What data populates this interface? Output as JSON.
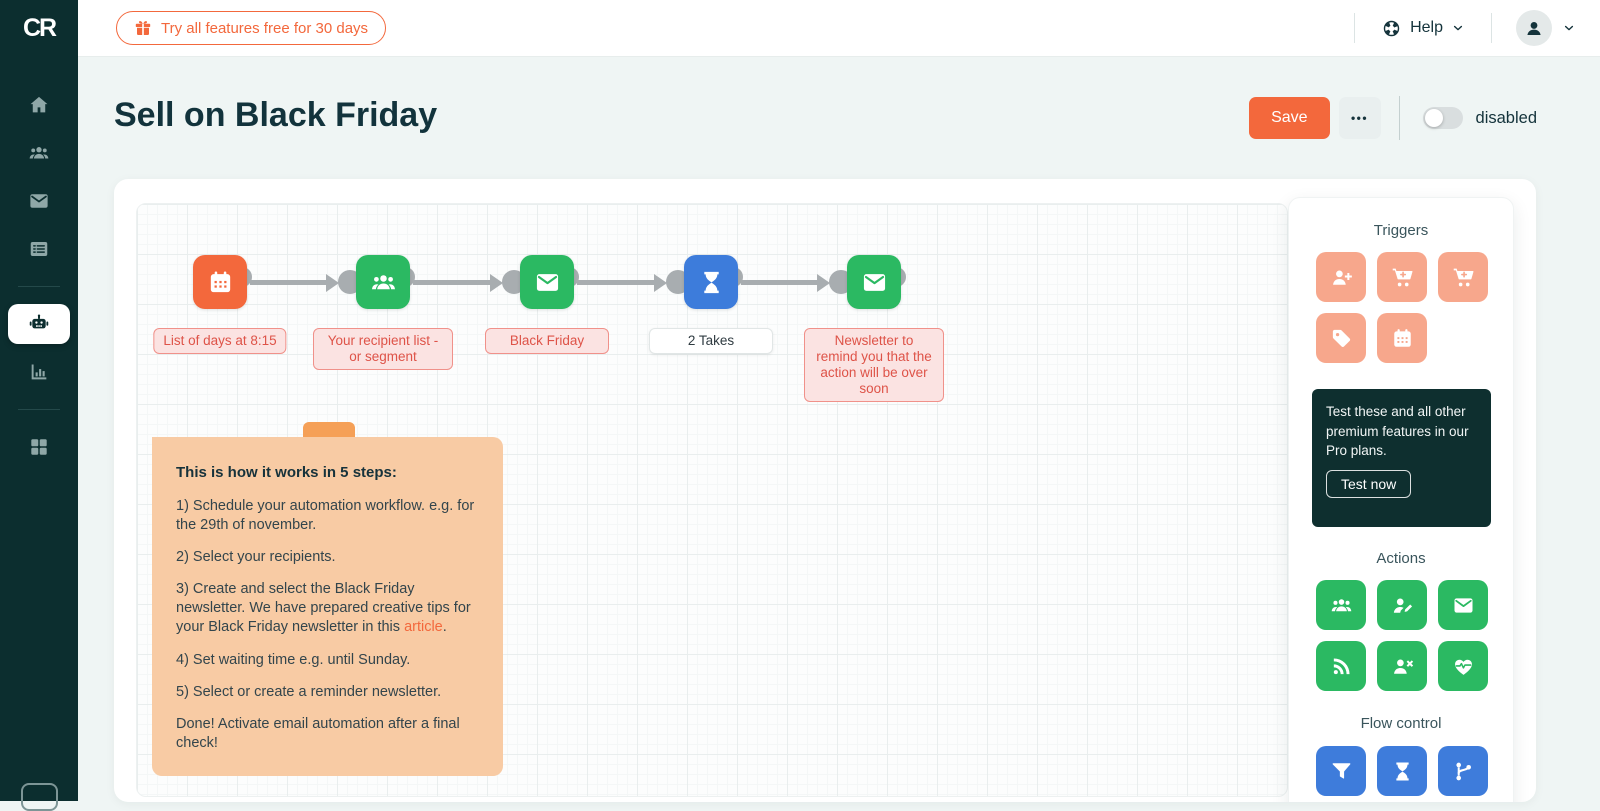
{
  "app": {
    "logo_text": "CR"
  },
  "header": {
    "trial_button_label": "Try all features free for 30 days",
    "help_label": "Help"
  },
  "sidebar": {
    "items": [
      {
        "id": "home",
        "icon": "home-icon",
        "active": false
      },
      {
        "id": "recipients",
        "icon": "users-icon",
        "active": false
      },
      {
        "id": "mailings",
        "icon": "envelope-icon",
        "active": false
      },
      {
        "id": "forms",
        "icon": "list-icon",
        "active": false
      },
      {
        "divider": true
      },
      {
        "id": "automation",
        "icon": "robot-icon",
        "active": true
      },
      {
        "id": "reports",
        "icon": "chart-icon",
        "active": false
      },
      {
        "divider": true
      },
      {
        "id": "apps",
        "icon": "grid-icon",
        "active": false
      }
    ]
  },
  "toolbar": {
    "title": "Sell on Black Friday",
    "save_label": "Save",
    "more_label": "•••",
    "toggle_label": "disabled",
    "toggle_on": false
  },
  "workflow": {
    "nodes": [
      {
        "id": "schedule",
        "icon": "calendar-icon",
        "color": "#F3683C",
        "label": "List of days at 8:15",
        "label_style": "alert"
      },
      {
        "id": "recipients",
        "icon": "users-icon",
        "color": "#2BB962",
        "label": "Your recipient list - or segment",
        "label_style": "alert"
      },
      {
        "id": "newsletter",
        "icon": "envelope-icon",
        "color": "#2BB962",
        "label": "Black Friday",
        "label_style": "alert"
      },
      {
        "id": "wait",
        "icon": "hourglass-icon",
        "color": "#3D7CDB",
        "label": "2 Takes",
        "label_style": "plain"
      },
      {
        "id": "reminder",
        "icon": "envelope-icon",
        "color": "#2BB962",
        "label": "Newsletter to remind you that the action will be over soon",
        "label_style": "alert"
      }
    ]
  },
  "note": {
    "heading": "This is how it works in 5 steps:",
    "paragraphs": [
      [
        {
          "t": "1) Schedule your automation workflow. e.g. for the 29th of november."
        }
      ],
      [
        {
          "t": "2) Select your recipients."
        }
      ],
      [
        {
          "t": "3) Create and select the Black Friday newsletter. We have prepared creative tips for your Black Friday newsletter in this "
        },
        {
          "t": "article",
          "link": true
        },
        {
          "t": "."
        }
      ],
      [
        {
          "t": "4) Set waiting time e.g. until Sunday."
        }
      ],
      [
        {
          "t": "5) Select or create a reminder newsletter."
        }
      ],
      [
        {
          "t": "Done! Activate email automation after a final check!"
        }
      ]
    ]
  },
  "panel": {
    "triggers_title": "Triggers",
    "triggers_color": "#F7A78C",
    "triggers_tiles": [
      "user-plus-icon",
      "cart-plus-icon",
      "cart-plus-icon",
      "tag-icon",
      "calendar-icon"
    ],
    "promo": {
      "text": "Test these and all other premium features in our Pro plans.",
      "button_label": "Test now",
      "bg": "#0E2F2F"
    },
    "actions_title": "Actions",
    "actions_color": "#2BB962",
    "actions_tiles": [
      "users-icon",
      "user-edit-icon",
      "envelope-icon",
      "rss-icon",
      "user-x-icon",
      "heart-pulse-icon"
    ],
    "flow_title": "Flow control",
    "flow_color": "#3E7CDB",
    "flow_tiles": [
      "filter-icon",
      "hourglass-icon",
      "branch-icon"
    ]
  },
  "colors": {
    "accent_orange": "#F3683C",
    "action_green": "#2BB962",
    "flow_blue": "#3D7CDB",
    "trigger_salmon": "#F7A78C",
    "sidebar_dark": "#0C2E2F",
    "note_bg": "#F8CBA4",
    "note_tab": "#F5A057",
    "alert_red": "#DE5348"
  }
}
